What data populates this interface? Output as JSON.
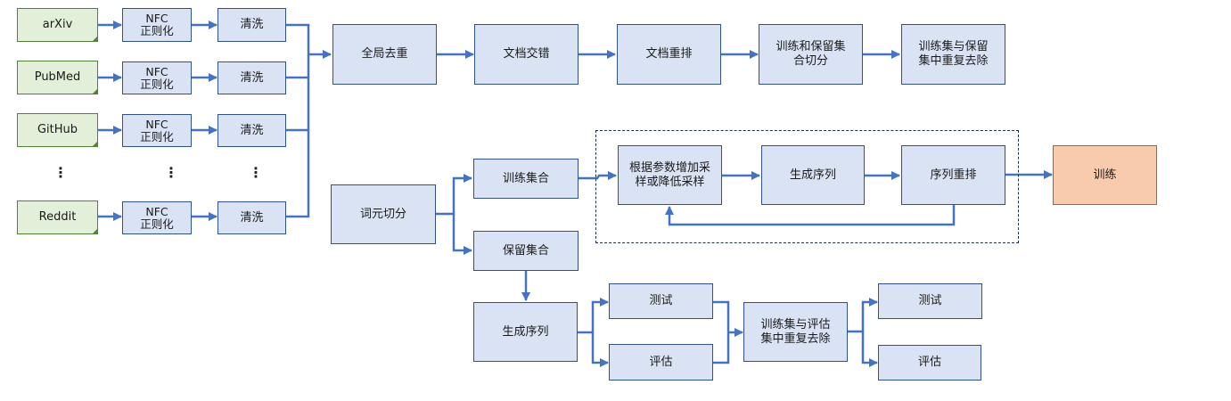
{
  "diagram": {
    "sources": [
      {
        "id": "arxiv",
        "label": "arXiv"
      },
      {
        "id": "pubmed",
        "label": "PubMed"
      },
      {
        "id": "github",
        "label": "GitHub"
      },
      {
        "id": "reddit",
        "label": "Reddit"
      }
    ],
    "ellipsis": "⋮",
    "nfc": {
      "line1": "NFC",
      "line2": "正则化"
    },
    "clean": "清洗",
    "pipeline_top": [
      {
        "id": "global-dedup",
        "lines": [
          "全局去重"
        ]
      },
      {
        "id": "doc-interleave",
        "lines": [
          "文档交错"
        ]
      },
      {
        "id": "doc-shuffle",
        "lines": [
          "文档重排"
        ]
      },
      {
        "id": "train-holdout-split",
        "lines": [
          "训练和保留集",
          "合切分"
        ]
      },
      {
        "id": "train-holdout-dedup",
        "lines": [
          "训练集与保留",
          "集中重复去除"
        ]
      }
    ],
    "tokenize": "词元切分",
    "train_set": "训练集合",
    "holdout_set": "保留集合",
    "sampling": {
      "lines": [
        "根据参数增加采",
        "样或降低采样"
      ]
    },
    "gen_seq": "生成序列",
    "seq_shuffle": "序列重排",
    "train": "训练",
    "holdout_gen_seq": "生成序列",
    "test": "测试",
    "eval": "评估",
    "train_eval_dedup": {
      "lines": [
        "训练集与评估",
        "集中重复去除"
      ]
    },
    "final_test": "测试",
    "final_eval": "评估",
    "colors": {
      "box_fill": "#dae3f3",
      "box_border": "#2f528f",
      "source_fill": "#e2efd9",
      "source_border": "#548235",
      "train_fill": "#f8cbad",
      "train_border": "#c55a11",
      "arrow": "#4472c4",
      "dashed": "#1f3044"
    }
  }
}
